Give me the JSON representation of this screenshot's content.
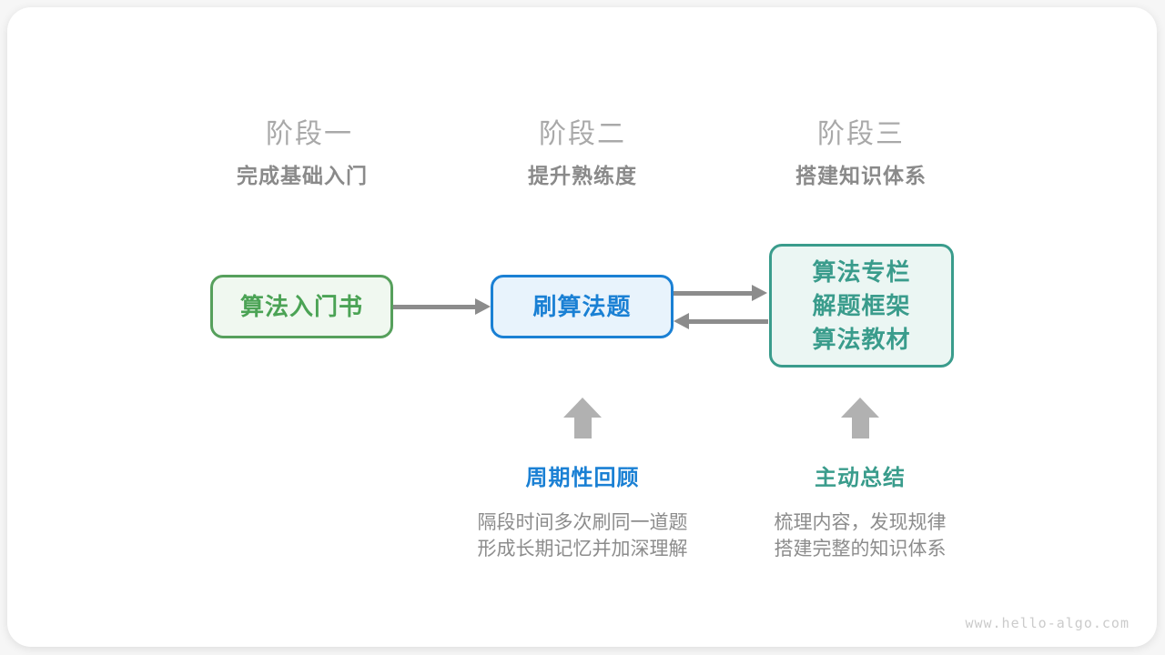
{
  "diagram": {
    "watermark": "www.hello-algo.com",
    "stages": [
      {
        "title": "阶段一",
        "subtitle": "完成基础入门"
      },
      {
        "title": "阶段二",
        "subtitle": "提升熟练度"
      },
      {
        "title": "阶段三",
        "subtitle": "搭建知识体系"
      }
    ],
    "nodes": [
      {
        "label": "算法入门书",
        "color": "#56a05c",
        "fill": "#f0f8f0"
      },
      {
        "label": "刷算法题",
        "color": "#1a80d4",
        "fill": "#e8f3fc"
      },
      {
        "lines": [
          "算法专栏",
          "解题框架",
          "算法教材"
        ],
        "color": "#3a9c8c",
        "fill": "#ebf6f3"
      }
    ],
    "connectors": [
      {
        "from": "算法入门书",
        "to": "刷算法题",
        "direction": "right",
        "color": "#8c8c8c"
      },
      {
        "from": "刷算法题",
        "to": "算法专栏/解题框架/算法教材",
        "direction": "right",
        "color": "#8c8c8c"
      },
      {
        "from": "算法专栏/解题框架/算法教材",
        "to": "刷算法题",
        "direction": "left",
        "color": "#8c8c8c"
      }
    ],
    "annotations": [
      {
        "label": "周期性回顾",
        "color": "#1a80d4",
        "desc_line1": "隔段时间多次刷同一道题",
        "desc_line2": "形成长期记忆并加深理解"
      },
      {
        "label": "主动总结",
        "color": "#3a9c8c",
        "desc_line1": "梳理内容，发现规律",
        "desc_line2": "搭建完整的知识体系"
      }
    ],
    "up_arrow_color": "#b1b1b1"
  }
}
